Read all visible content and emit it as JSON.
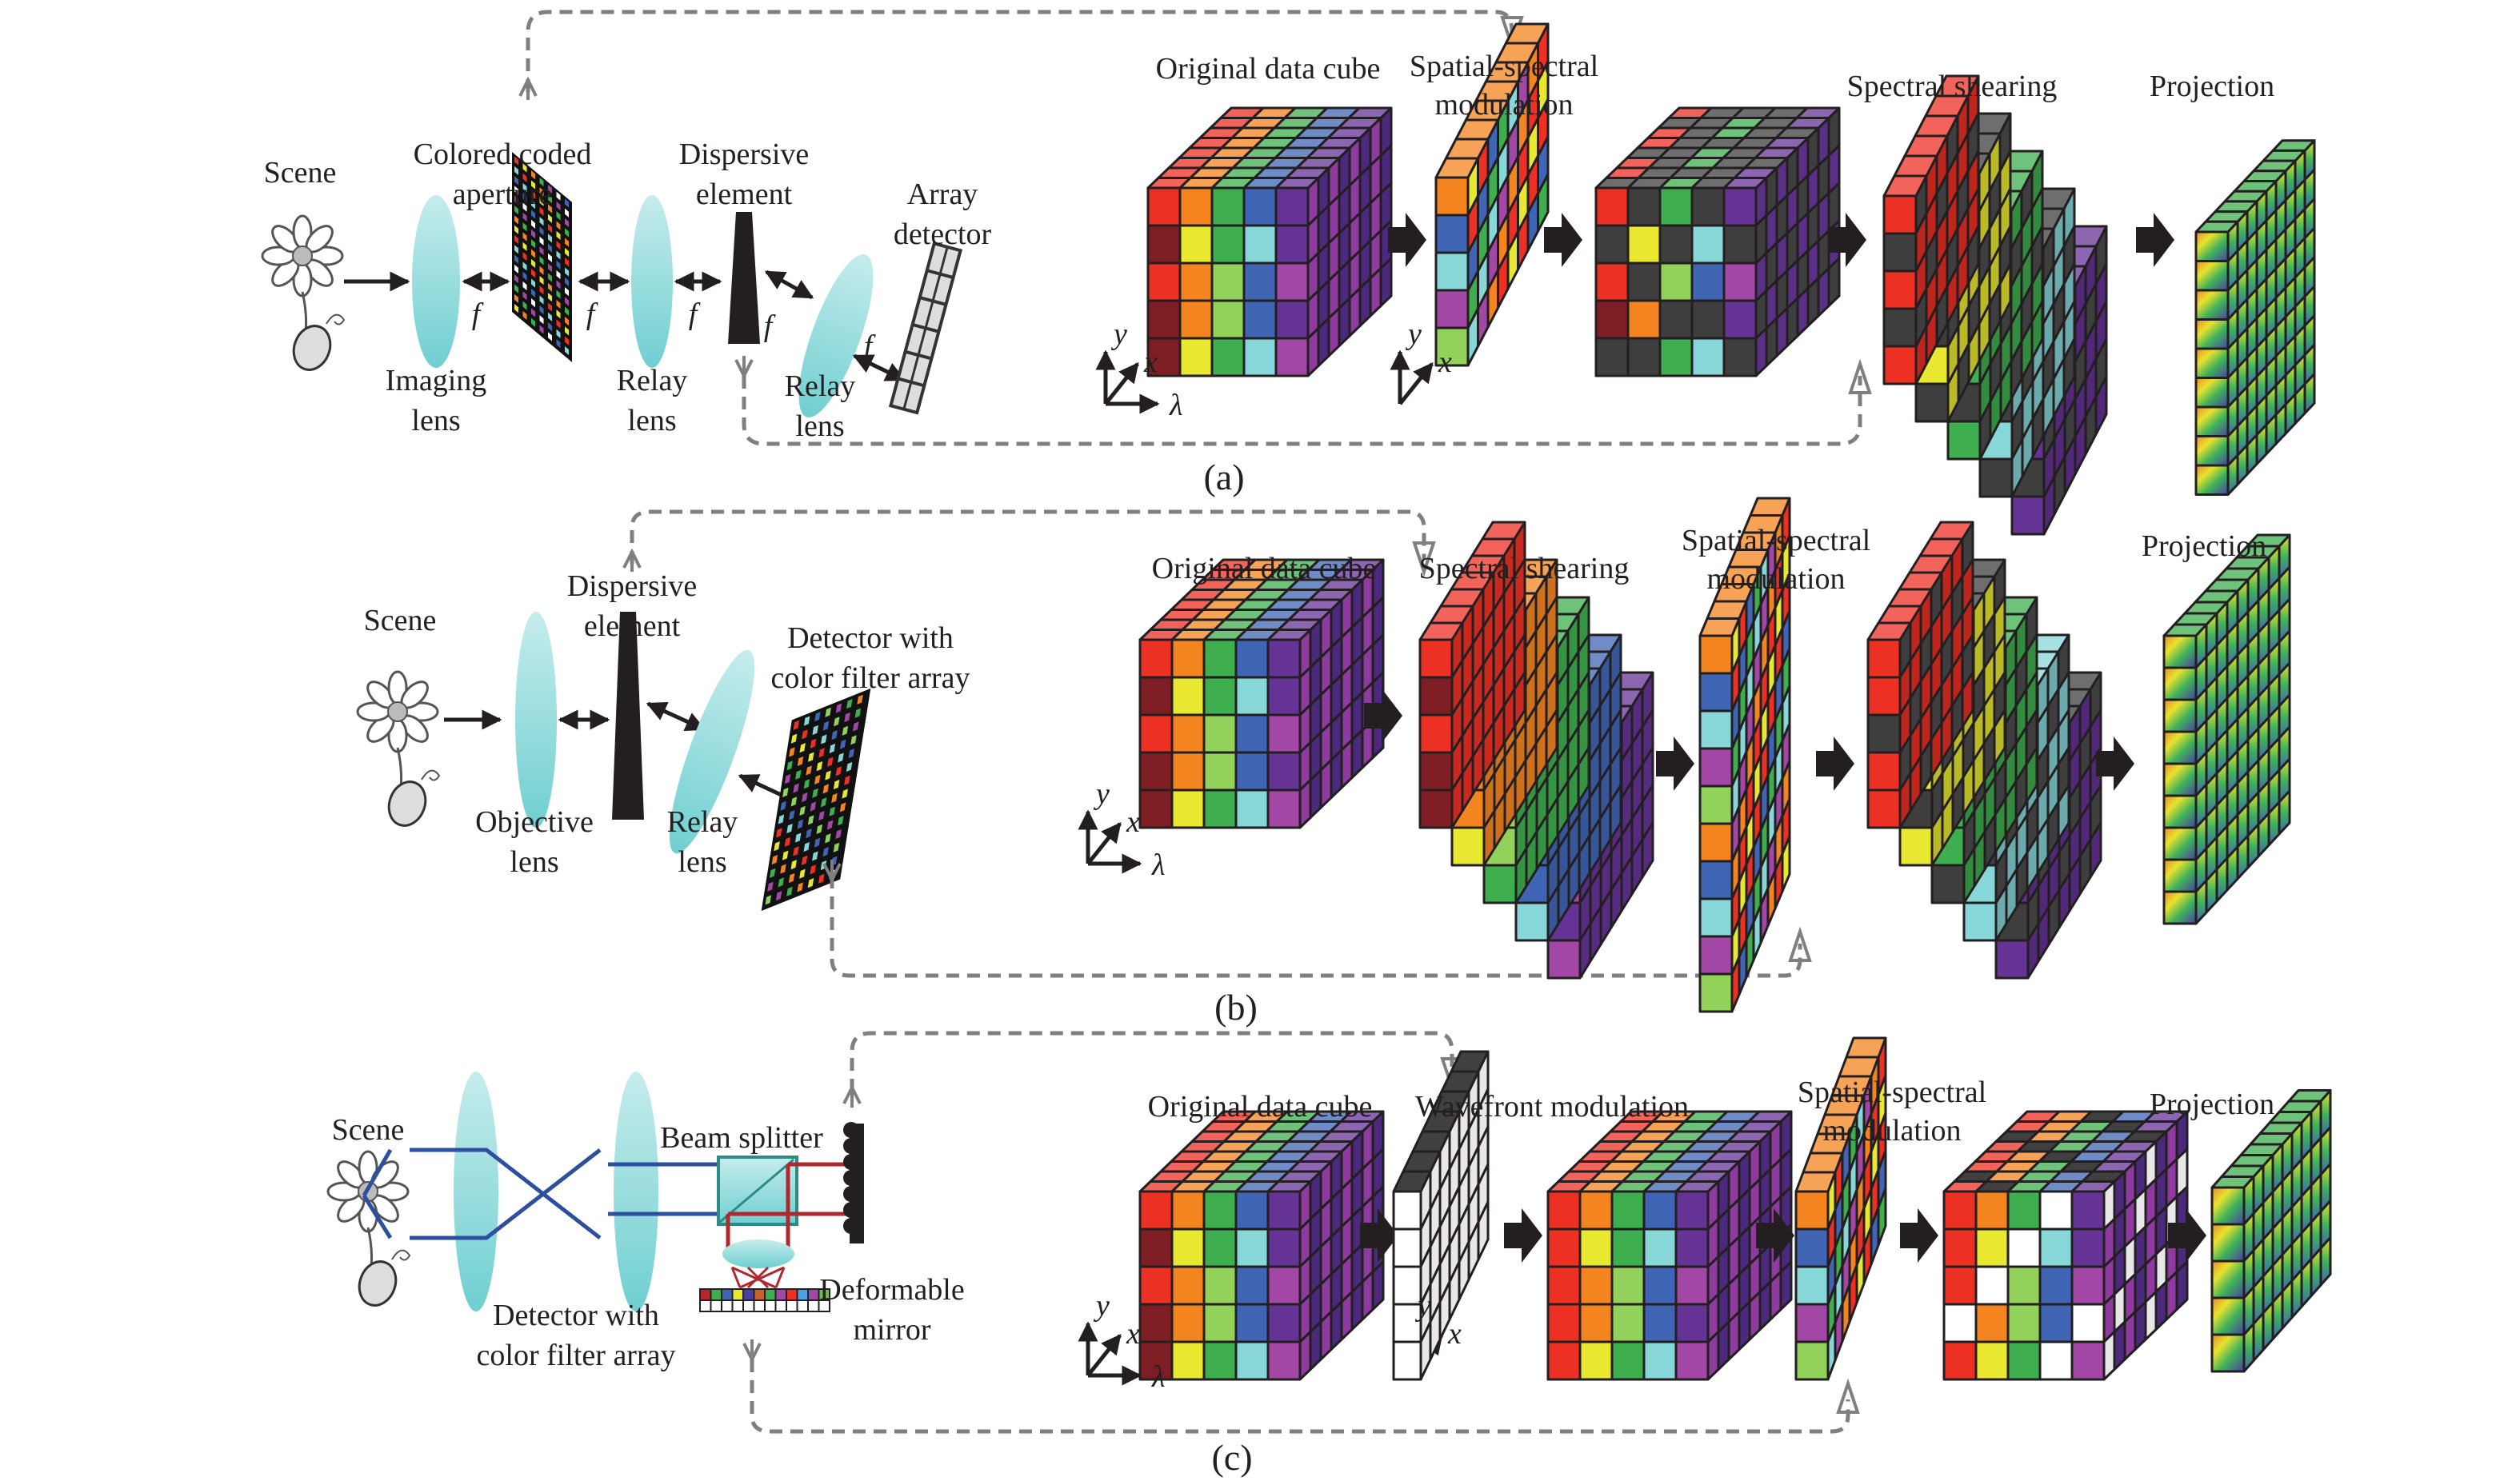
{
  "figure": {
    "panels": [
      {
        "id": "a",
        "label": "(a)",
        "optics": {
          "scene": "Scene",
          "components": [
            {
              "name": "imaging-lens",
              "label": [
                "Imaging",
                "lens"
              ]
            },
            {
              "name": "colored-coded-aperture",
              "label": [
                "Colored coded",
                "aperture"
              ]
            },
            {
              "name": "relay-lens-1",
              "label": [
                "Relay",
                "lens"
              ]
            },
            {
              "name": "dispersive-element",
              "label": [
                "Dispersive",
                "element"
              ]
            },
            {
              "name": "relay-lens-2",
              "label": [
                "Relay",
                "lens"
              ]
            },
            {
              "name": "array-detector",
              "label": [
                "Array",
                "detector"
              ]
            }
          ],
          "focal_label": "f"
        },
        "stages": [
          {
            "title": [
              "Original data cube"
            ],
            "type": "cube"
          },
          {
            "title": [
              "Spatial-spectral",
              "modulation"
            ],
            "type": "mask"
          },
          {
            "title": [],
            "type": "coded-cube"
          },
          {
            "title": [
              "Spectral shearing"
            ],
            "type": "sheared"
          },
          {
            "title": [
              "Projection"
            ],
            "type": "projection"
          }
        ]
      },
      {
        "id": "b",
        "label": "(b)",
        "optics": {
          "scene": "Scene",
          "components": [
            {
              "name": "objective-lens",
              "label": [
                "Objective",
                "lens"
              ]
            },
            {
              "name": "dispersive-element",
              "label": [
                "Dispersive",
                "element"
              ]
            },
            {
              "name": "relay-lens",
              "label": [
                "Relay",
                "lens"
              ]
            },
            {
              "name": "detector-cfa",
              "label": [
                "Detector with",
                "color filter array"
              ]
            }
          ]
        },
        "stages": [
          {
            "title": [
              "Original data cube"
            ],
            "type": "cube"
          },
          {
            "title": [
              "Spectral shearing"
            ],
            "type": "sheared"
          },
          {
            "title": [
              "Spatial-spectral",
              "modulation"
            ],
            "type": "mask"
          },
          {
            "title": [],
            "type": "sheared-coded"
          },
          {
            "title": [
              "Projection"
            ],
            "type": "projection"
          }
        ]
      },
      {
        "id": "c",
        "label": "(c)",
        "optics": {
          "scene": "Scene",
          "components": [
            {
              "name": "beam-splitter",
              "label": [
                "Beam splitter"
              ]
            },
            {
              "name": "detector-cfa",
              "label": [
                "Detector with",
                "color filter array"
              ]
            },
            {
              "name": "deformable-mirror",
              "label": [
                "Deformable",
                "mirror"
              ]
            }
          ]
        },
        "stages": [
          {
            "title": [
              "Original data cube"
            ],
            "type": "cube"
          },
          {
            "title": [
              "Wavefront modulation"
            ],
            "type": "white-mask"
          },
          {
            "title": [],
            "type": "wavefront-cube"
          },
          {
            "title": [
              "Spatial-spectral",
              "modulation"
            ],
            "type": "mask"
          },
          {
            "title": [],
            "type": "coded-cube-c"
          },
          {
            "title": [
              "Projection"
            ],
            "type": "projection"
          }
        ]
      }
    ],
    "axes": {
      "y": "y",
      "x": "x",
      "lambda": "λ"
    },
    "colors": {
      "red": "#ed3024",
      "darkred": "#7f1d24",
      "orange": "#f3841f",
      "yellow": "#e7e82f",
      "green": "#3eae4e",
      "lightgreen": "#92d15a",
      "blue": "#3f65b4",
      "cyan": "#87d6d8",
      "purple": "#653396",
      "violet": "#a347a6",
      "dark": "#3f3e3f",
      "lens": "#7fd3d4",
      "dash": "#7f7f7f"
    },
    "cube_front": [
      [
        "red",
        "orange",
        "green",
        "blue",
        "purple"
      ],
      [
        "darkred",
        "yellow",
        "green",
        "cyan",
        "purple"
      ],
      [
        "red",
        "orange",
        "lightgreen",
        "blue",
        "violet"
      ],
      [
        "darkred",
        "orange",
        "lightgreen",
        "blue",
        "purple"
      ],
      [
        "darkred",
        "yellow",
        "green",
        "cyan",
        "violet"
      ]
    ],
    "coded_front": [
      [
        "red",
        "dark",
        "green",
        "dark",
        "purple"
      ],
      [
        "dark",
        "yellow",
        "dark",
        "cyan",
        "dark"
      ],
      [
        "red",
        "dark",
        "lightgreen",
        "blue",
        "violet"
      ],
      [
        "darkred",
        "orange",
        "dark",
        "dark",
        "purple"
      ],
      [
        "dark",
        "dark",
        "green",
        "cyan",
        "dark"
      ]
    ],
    "mask_front": [
      "orange",
      "blue",
      "cyan",
      "violet",
      "lightgreen"
    ]
  }
}
